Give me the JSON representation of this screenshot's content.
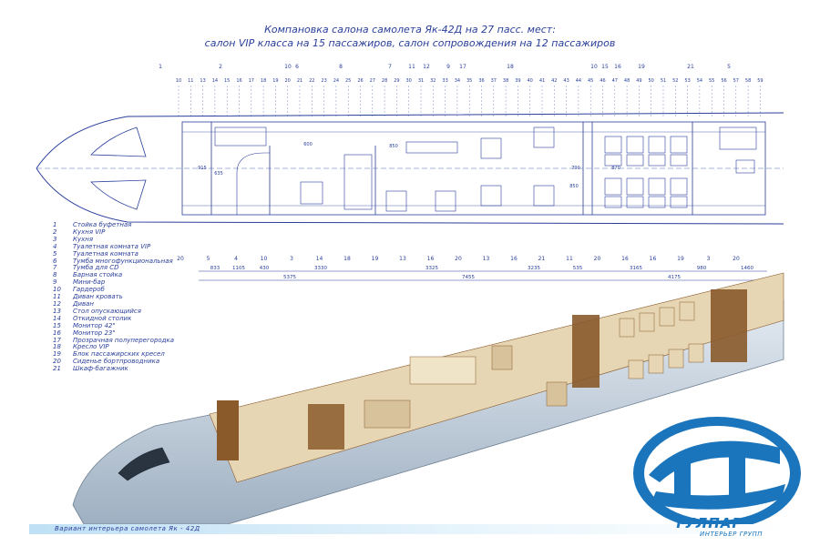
{
  "title": {
    "line1": "Компановка салона самолета Як-42Д на 27 пасс. мест:",
    "line2": "салон VIP класса на 15 пассажиров, салон сопровождения на 12 пассажиров"
  },
  "top_numbers": [
    "1",
    "2",
    "10",
    "6",
    "8",
    "7",
    "11",
    "12",
    "9",
    "17",
    "18",
    "10",
    "15",
    "16",
    "19",
    "21",
    "5"
  ],
  "frame_numbers": [
    "10",
    "11",
    "13",
    "14",
    "15",
    "16",
    "17",
    "18",
    "19",
    "20",
    "21",
    "22",
    "23",
    "24",
    "25",
    "26",
    "27",
    "28",
    "29",
    "30",
    "31",
    "32",
    "33",
    "34",
    "35",
    "36",
    "37",
    "38",
    "39",
    "40",
    "41",
    "42",
    "43",
    "44",
    "45",
    "46",
    "47",
    "48",
    "49",
    "50",
    "51",
    "52",
    "53",
    "54",
    "55",
    "56",
    "57",
    "58",
    "59"
  ],
  "callouts": {
    "upper": [
      "600",
      "850",
      "850",
      "870"
    ],
    "left_dims": [
      "915",
      "635",
      "790"
    ],
    "bottom_markers": [
      "20",
      "5",
      "4",
      "10",
      "3",
      "14",
      "18",
      "19",
      "13",
      "16",
      "20",
      "13",
      "16",
      "21",
      "11",
      "20",
      "16",
      "16",
      "19",
      "3",
      "20"
    ]
  },
  "dimensions": {
    "row1": [
      "833",
      "1105",
      "430",
      "3330",
      "3325",
      "3235",
      "535",
      "3165",
      "980",
      "1460"
    ],
    "row2": [
      "5375",
      "7455",
      "4175"
    ]
  },
  "legend": [
    {
      "num": "1",
      "text": "Стойка буфетная"
    },
    {
      "num": "2",
      "text": "Кухня VIP"
    },
    {
      "num": "3",
      "text": "Кухня"
    },
    {
      "num": "4",
      "text": "Туалетная комната VIP"
    },
    {
      "num": "5",
      "text": "Туалетная комната"
    },
    {
      "num": "6",
      "text": "Тумба многофункциональная"
    },
    {
      "num": "7",
      "text": "Тумба для CD"
    },
    {
      "num": "8",
      "text": "Барная стойка"
    },
    {
      "num": "9",
      "text": "Мини-бар"
    },
    {
      "num": "10",
      "text": "Гардероб"
    },
    {
      "num": "11",
      "text": "Диван кровать"
    },
    {
      "num": "12",
      "text": "Диван"
    },
    {
      "num": "13",
      "text": "Стол опускающийся"
    },
    {
      "num": "14",
      "text": "Откидной столик"
    },
    {
      "num": "15",
      "text": "Монитор 42\""
    },
    {
      "num": "16",
      "text": "Монитор 23\""
    },
    {
      "num": "17",
      "text": "Прозрачная полуперегородка"
    },
    {
      "num": "18",
      "text": "Кресло VIP"
    },
    {
      "num": "19",
      "text": "Блок пассажирских кресел"
    },
    {
      "num": "20",
      "text": "Сиденье бортпроводника"
    },
    {
      "num": "21",
      "text": "Шкаф-багажник"
    }
  ],
  "footer": "Вариант интерьера самолета Як - 42Д",
  "logo": {
    "name": "ТУЛПАР",
    "sub": "ИНТЕРЬЕР ГРУПП"
  },
  "colors": {
    "line": "#2a3f9c",
    "logo": "#1a75bc",
    "wood": "#8a5a2b",
    "beige": "#e6d6b4",
    "fuselage": "#c8d3df"
  }
}
